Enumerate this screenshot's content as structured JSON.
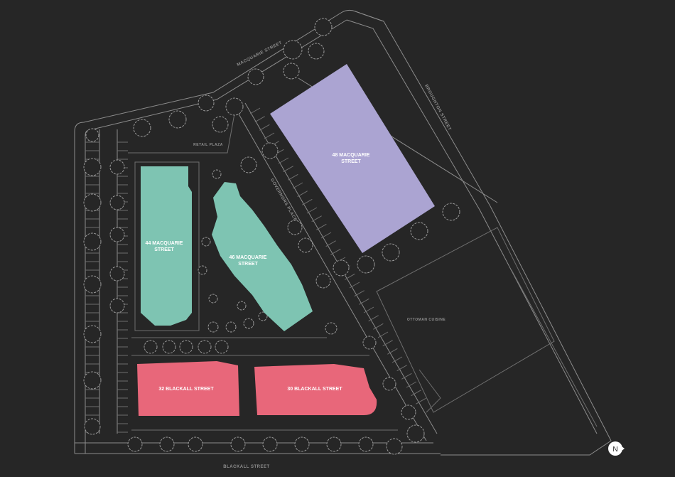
{
  "map": {
    "buildings": [
      {
        "id": "48-macquarie",
        "line1": "48 MACQUARIE",
        "line2": "STREET",
        "color": "#aba4d2"
      },
      {
        "id": "44-macquarie",
        "line1": "44 MACQUARIE",
        "line2": "STREET",
        "color": "#7ec4b2"
      },
      {
        "id": "46-macquarie",
        "line1": "46 MACQUARIE",
        "line2": "STREET",
        "color": "#7ec4b2"
      },
      {
        "id": "32-blackall",
        "line1": "32 BLACKALL STREET",
        "color": "#e8677a"
      },
      {
        "id": "30-blackall",
        "line1": "30 BLACKALL STREET",
        "color": "#e8677a"
      }
    ],
    "streets": {
      "macquarie": "MACQUARIE STREET",
      "broughton": "BROUGHTON STREET",
      "blackall": "BLACKALL STREET",
      "governors": "GOVERNORS PLACE",
      "retail_plaza": "RETAIL PLAZA",
      "ottoman": "OTTOMAN CUISINE"
    },
    "compass": {
      "label": "N",
      "icon": "north-arrow-icon"
    }
  }
}
